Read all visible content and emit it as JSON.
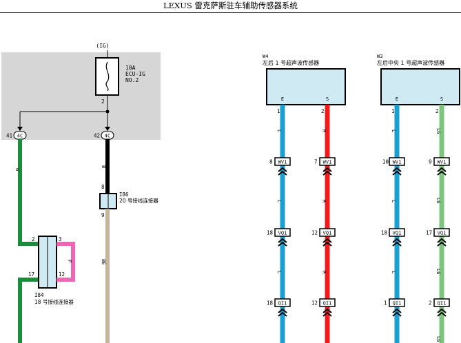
{
  "title": "LEXUS 雷克萨斯驻车辅助传感器系统",
  "ig_label": "(IG)",
  "fuse": {
    "rating": "10A",
    "name": "ECU-IG",
    "number": "NO.2",
    "pin": "2"
  },
  "junctions": [
    {
      "pin": "41",
      "code": "4C"
    },
    {
      "pin": "42",
      "code": "4C"
    }
  ],
  "wire_colors": {
    "G": "G",
    "B": "B",
    "BE": "BE",
    "P": "P",
    "L": "L",
    "R": "R",
    "LG": "LG"
  },
  "connector_i86": {
    "code": "I86",
    "desc": "20 号接线连接器",
    "pin_top": "8",
    "pin_bottom": "9"
  },
  "connector_i84": {
    "code": "I84",
    "desc": "18 号接线连接器",
    "pins": [
      "2",
      "3",
      "17",
      "12"
    ]
  },
  "sensors": [
    {
      "code": "W4",
      "desc": "左后 1 号超声波传感器",
      "pin_e_label": "E",
      "pin_s_label": "S",
      "pin_e": "1",
      "pin_s": "2"
    },
    {
      "code": "W3",
      "desc": "左后中央 1 号超声波传感器",
      "pin_e_label": "E",
      "pin_s_label": "S",
      "pin_e": "1",
      "pin_s": "2"
    }
  ],
  "inline_connectors": [
    {
      "a_pin": "8",
      "a_code": "WV1",
      "b_pin": "7",
      "b_code": "WV1",
      "c_pin": "10",
      "c_code": "WV1",
      "d_pin": "9",
      "d_code": "WV1"
    },
    {
      "a_pin": "18",
      "a_code": "VQ1",
      "b_pin": "12",
      "b_code": "VQ1",
      "c_pin": "18",
      "c_code": "VQ1",
      "d_pin": "17",
      "d_code": "VQ1"
    },
    {
      "a_pin": "18",
      "a_code": "QI1",
      "b_pin": "12",
      "b_code": "QI1",
      "c_pin": "1",
      "c_code": "QI1",
      "d_pin": "2",
      "d_code": "QI1"
    }
  ],
  "colors": {
    "green": "#1a8c3c",
    "black": "#000000",
    "tan": "#c8b49c",
    "pink": "#ee66b4",
    "blue": "#1a9fd0",
    "red": "#ee1c1c",
    "lightgreen": "#7dc47d",
    "box": "#d6d6d6",
    "connector": "#cfeaf2"
  }
}
